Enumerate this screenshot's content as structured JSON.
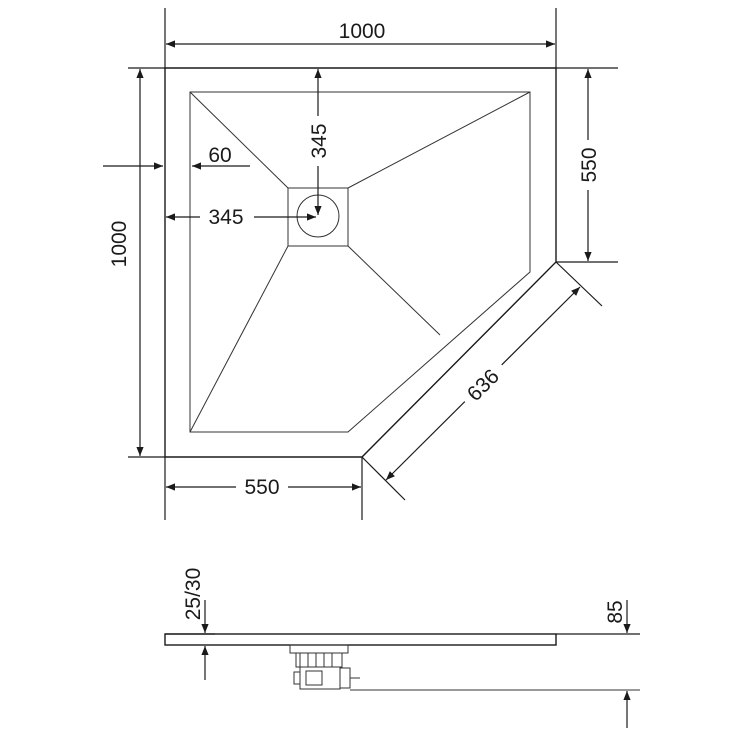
{
  "plan_view": {
    "dimensions": {
      "top_width": "1000",
      "left_height": "1000",
      "right_side": "550",
      "bottom_side": "550",
      "diagonal": "636",
      "drain_from_top": "345",
      "drain_from_left": "345",
      "edge_offset": "60"
    }
  },
  "side_view": {
    "dimensions": {
      "thickness": "25/30",
      "total_height": "85"
    }
  }
}
